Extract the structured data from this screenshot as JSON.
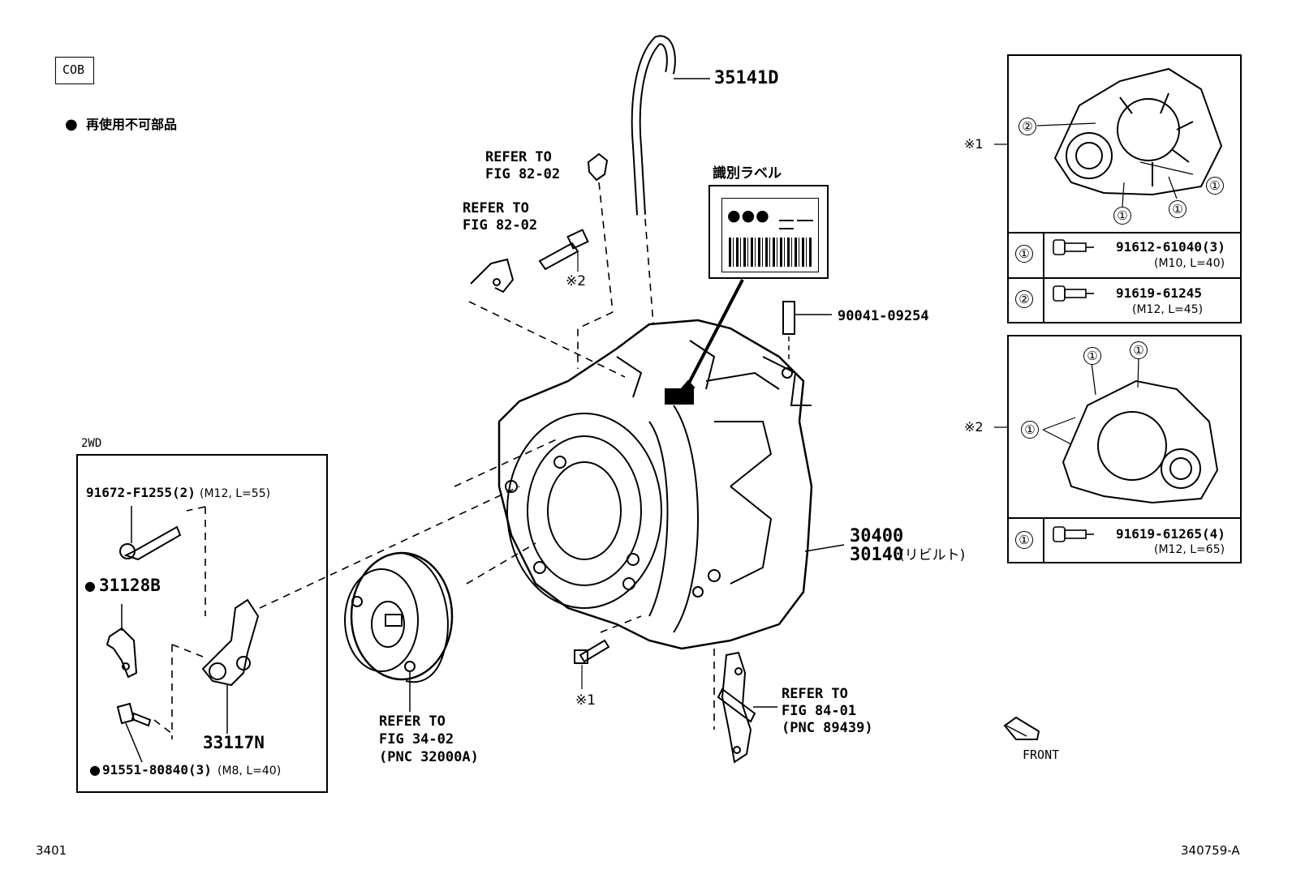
{
  "header": {
    "code_badge": "COB",
    "legend_symbol": "●",
    "legend_text": "再使用不可部品"
  },
  "callouts": {
    "p35141d": "35141D",
    "refer1": [
      "REFER TO",
      "FIG 82-02"
    ],
    "refer2": [
      "REFER TO",
      "FIG 82-02"
    ],
    "star2_bolt": "※2",
    "id_label_title": "識別ラベル",
    "id_label_dots": "●●●",
    "p90041": "90041-09254",
    "p30400": "30400",
    "p30140": "30140",
    "p30140_note": "(リビルト)",
    "star1_bolt": "※1",
    "refer_fig34": [
      "REFER TO",
      "FIG 34-02",
      "(PNC 32000A)"
    ],
    "refer_fig84": [
      "REFER TO",
      "FIG 84-01",
      "(PNC 89439)"
    ],
    "front": "FRONT"
  },
  "inset_2wd": {
    "title": "2WD",
    "bolt1_pn": "91672-F1255(2)",
    "bolt1_spec": "(M12, L=55)",
    "p31128b_mark": "●",
    "p31128b": "31128B",
    "p33117n": "33117N",
    "bolt2_mark": "●",
    "bolt2_pn": "91551-80840(3)",
    "bolt2_spec": "(M8, L=40)"
  },
  "table1": {
    "ref_mark": "※1",
    "rows": [
      {
        "key": "①",
        "pn": "91612-61040(3)",
        "spec": "(M10, L=40)"
      },
      {
        "key": "②",
        "pn": "91619-61245",
        "spec": "(M12, L=45)"
      }
    ],
    "callouts": [
      "②",
      "①",
      "①",
      "①"
    ]
  },
  "table2": {
    "ref_mark": "※2",
    "rows": [
      {
        "key": "①",
        "pn": "91619-61265(4)",
        "spec": "(M12, L=65)"
      }
    ],
    "callouts": [
      "①",
      "①",
      "①"
    ]
  },
  "footer": {
    "page_code": "3401",
    "fig_number": "340759-A"
  }
}
